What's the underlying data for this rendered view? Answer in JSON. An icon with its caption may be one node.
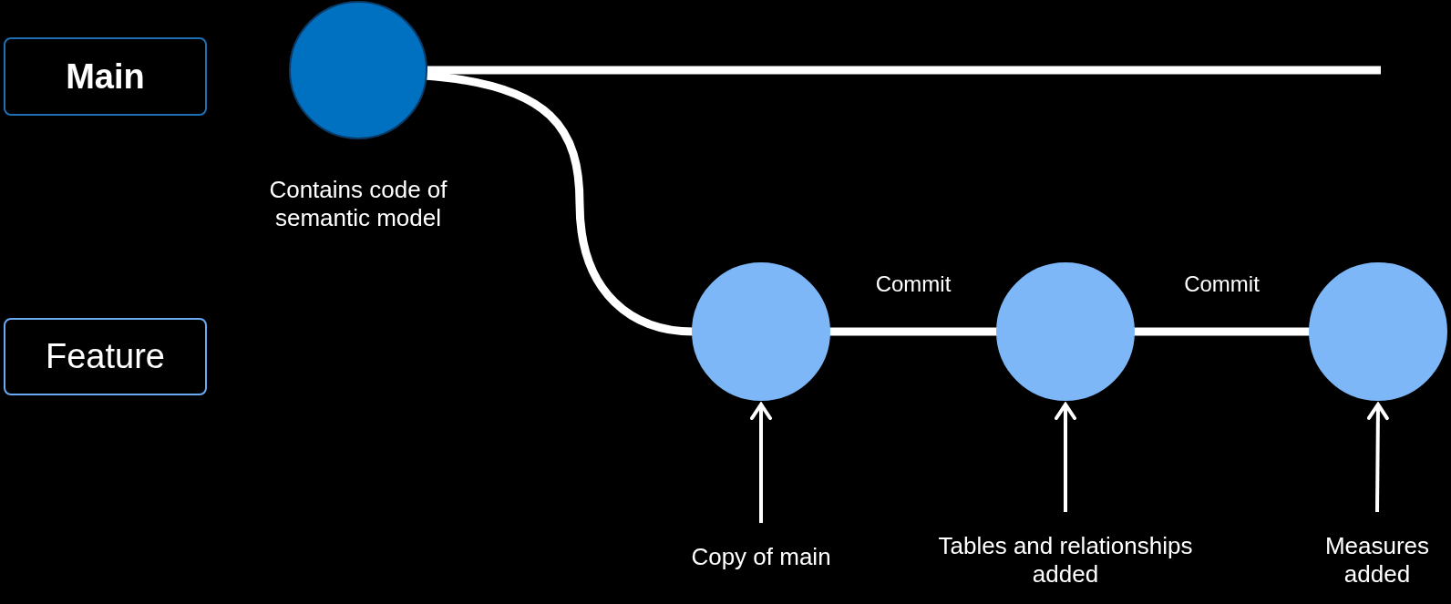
{
  "diagram": {
    "nodes": [
      {
        "text": [
          "Main"
        ]
      },
      {
        "text": [
          "Feature"
        ]
      },
      {
        "text": [],
        "shape": "circle",
        "beside": [
          "Contains code of semantic model"
        ]
      },
      {
        "text": [],
        "shape": "circle"
      },
      {
        "text": [],
        "shape": "circle"
      },
      {
        "text": [],
        "shape": "circle"
      },
      {
        "text": [
          "Copy of main"
        ]
      },
      {
        "text": [
          "Tables and relationships added"
        ]
      },
      {
        "text": [
          "Measures added"
        ]
      }
    ],
    "edges": [
      {
        "from": 2,
        "to": null,
        "arrow": "none"
      },
      {
        "from": 2,
        "to": 3,
        "arrow": "none"
      },
      {
        "from": 3,
        "to": 4,
        "arrow": "none",
        "label": "Commit"
      },
      {
        "from": 4,
        "to": 5,
        "arrow": "none",
        "label": "Commit"
      },
      {
        "from": 6,
        "to": 3,
        "arrow": "to"
      },
      {
        "from": 7,
        "to": 4,
        "arrow": "to"
      },
      {
        "from": 8,
        "to": 5,
        "arrow": "to"
      }
    ]
  }
}
